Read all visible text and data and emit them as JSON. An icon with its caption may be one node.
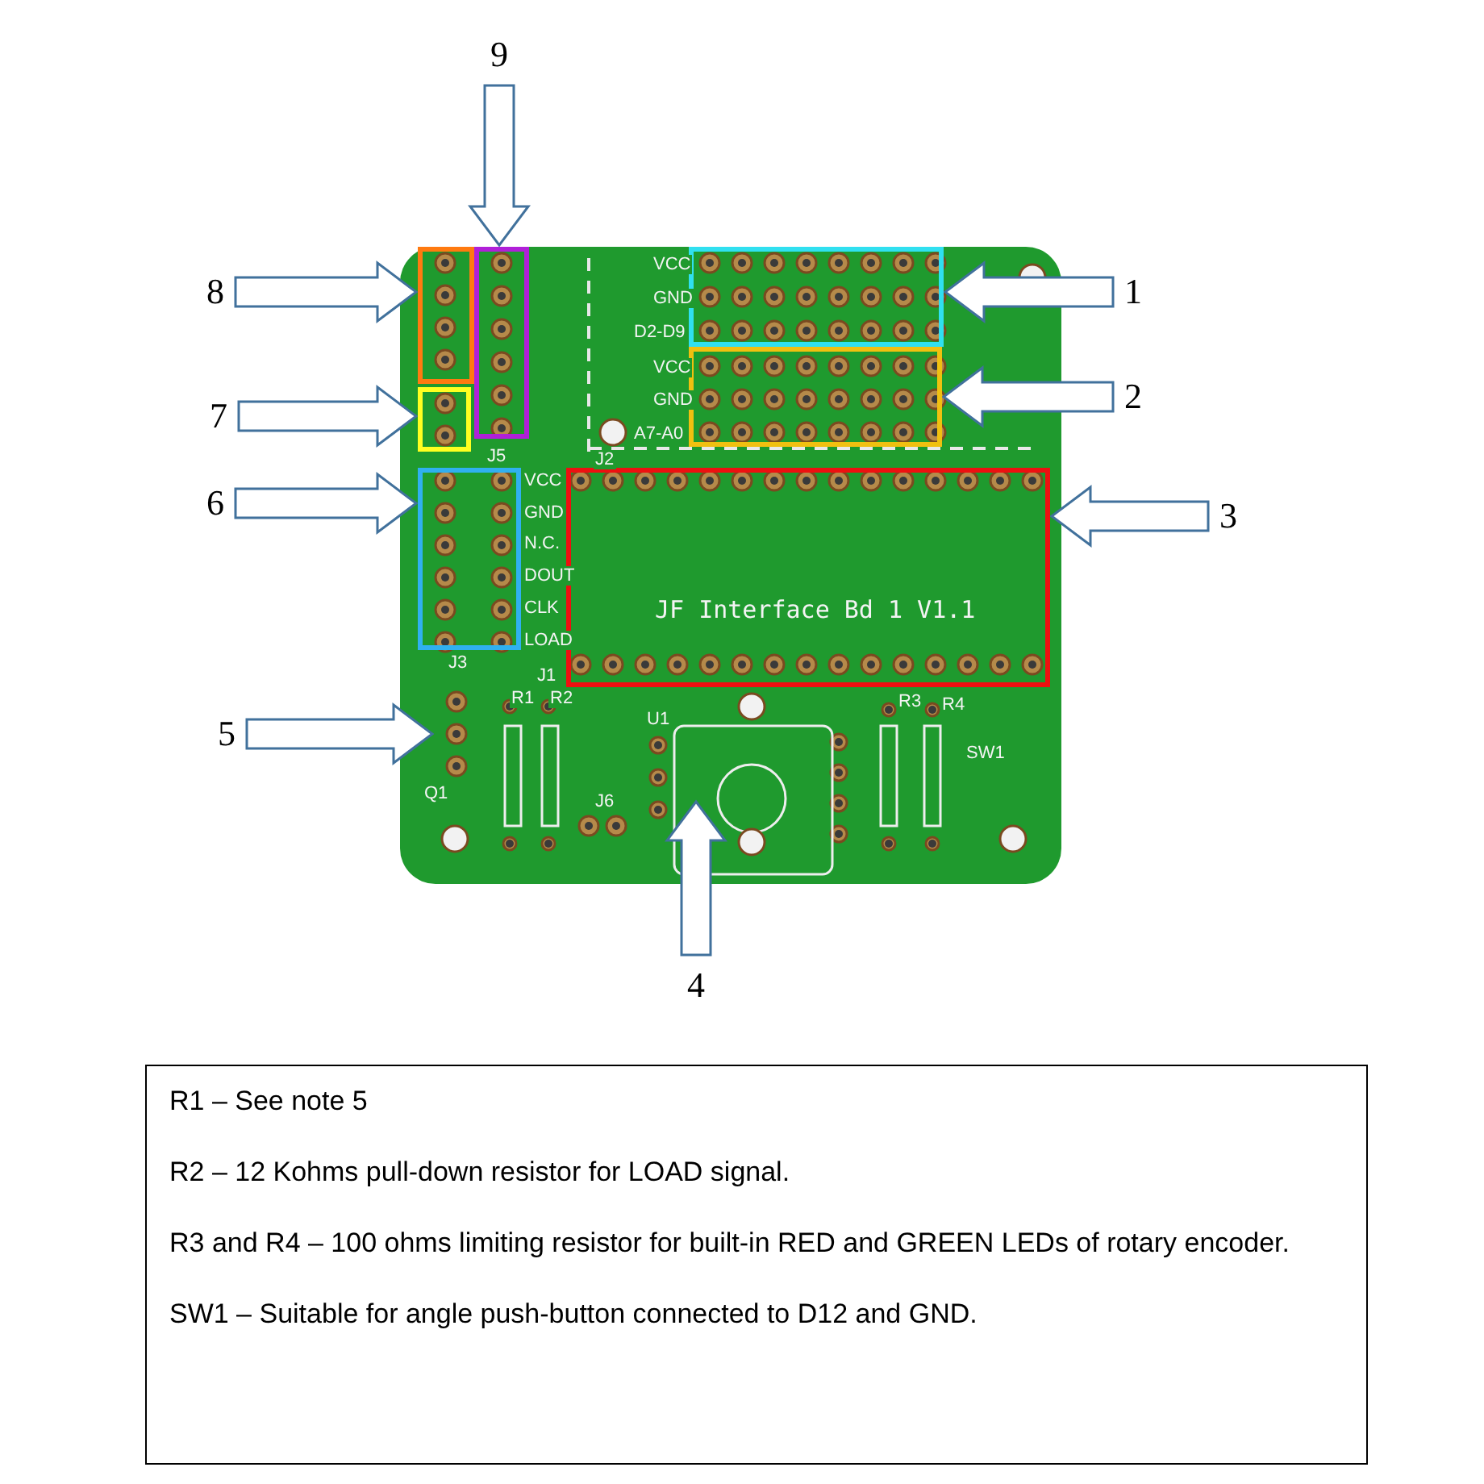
{
  "diagram": {
    "nodes": [
      {
        "text": [
          "9"
        ]
      },
      {
        "text": [],
        "shape": "box"
      },
      {
        "text": [
          "8"
        ]
      },
      {
        "text": [],
        "shape": "box"
      },
      {
        "text": [
          "1"
        ]
      },
      {
        "text": [],
        "shape": "box"
      },
      {
        "text": [
          "7"
        ]
      },
      {
        "text": [],
        "shape": "box"
      },
      {
        "text": [
          "2"
        ]
      },
      {
        "text": [],
        "shape": "box"
      },
      {
        "text": [
          "6"
        ]
      },
      {
        "text": [],
        "shape": "box"
      },
      {
        "text": [
          "3"
        ]
      },
      {
        "text": [],
        "shape": "box"
      },
      {
        "text": [
          "5"
        ]
      },
      {
        "text": [
          "4"
        ]
      },
      {
        "text": [
          "R1 – See note 5",
          "R2 – 12 Kohms pull-down resistor for LOAD signal.",
          "R3 and R4 – 100 ohms limiting resistor for built-in RED and GREEN LEDs of rotary encoder.",
          "SW1 – Suitable for angle push-button connected to D12 and GND."
        ]
      }
    ],
    "edges": [
      {
        "from": 0,
        "to": 1,
        "arrow": "to"
      },
      {
        "from": 2,
        "to": 3,
        "arrow": "to"
      },
      {
        "from": 4,
        "to": 5,
        "arrow": "to"
      },
      {
        "from": 6,
        "to": 7,
        "arrow": "to"
      },
      {
        "from": 8,
        "to": 9,
        "arrow": "to"
      },
      {
        "from": 10,
        "to": 11,
        "arrow": "to"
      },
      {
        "from": 12,
        "to": 13,
        "arrow": "to"
      },
      {
        "from": 14,
        "to": null,
        "arrow": "to"
      },
      {
        "from": 15,
        "to": null,
        "arrow": "to"
      }
    ],
    "labels": [
      "VCC",
      "GND",
      "D2-D9",
      "VCC",
      "GND",
      "A7-A0",
      "J5",
      "J2",
      "VCC",
      "GND",
      "N.C.",
      "DOUT",
      "CLK",
      "LOAD",
      "JF Interface Bd 1 V1.1",
      "J3",
      "J1",
      "R1",
      "R2",
      "R3",
      "R4",
      "U1",
      "SW1",
      "Q1",
      "J6"
    ]
  }
}
